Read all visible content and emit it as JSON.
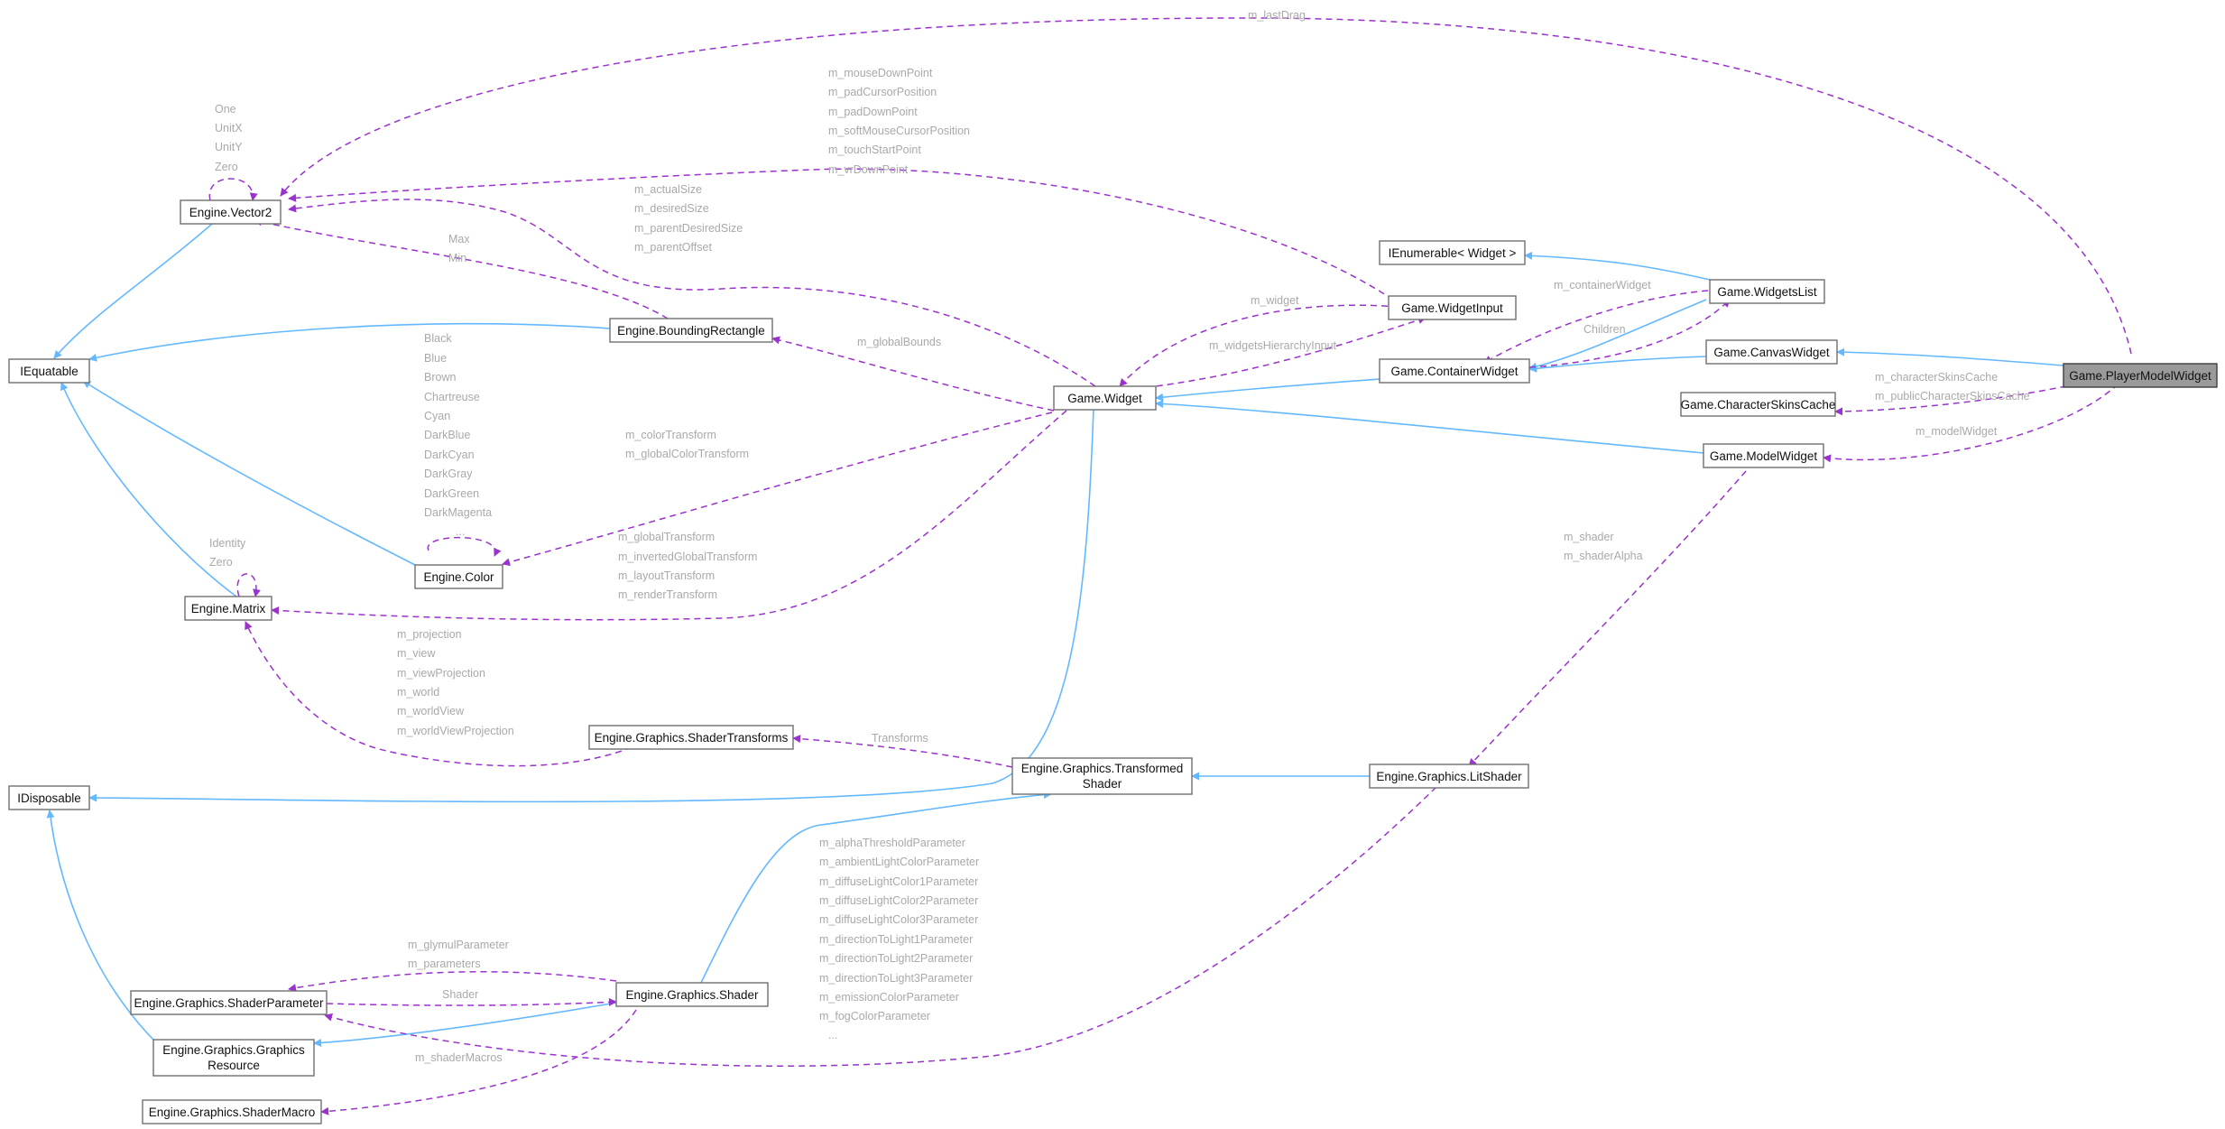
{
  "nodes": {
    "vector2": "Engine.Vector2",
    "iequatable": "IEquatable",
    "bounding_rectangle": "Engine.BoundingRectangle",
    "color": "Engine.Color",
    "matrix": "Engine.Matrix",
    "idisposable": "IDisposable",
    "shader_transforms": "Engine.Graphics.ShaderTransforms",
    "transformed_shader_l1": "Engine.Graphics.Transformed",
    "transformed_shader_l2": "Shader",
    "lit_shader": "Engine.Graphics.LitShader",
    "shader_parameter": "Engine.Graphics.ShaderParameter",
    "shader": "Engine.Graphics.Shader",
    "graphics_resource_l1": "Engine.Graphics.Graphics",
    "graphics_resource_l2": "Resource",
    "shader_macro": "Engine.Graphics.ShaderMacro",
    "widget": "Game.Widget",
    "widget_input": "Game.WidgetInput",
    "container_widget": "Game.ContainerWidget",
    "ienumerable_widget": "IEnumerable< Widget >",
    "widgets_list": "Game.WidgetsList",
    "canvas_widget": "Game.CanvasWidget",
    "character_skins_cache": "Game.CharacterSkinsCache",
    "model_widget": "Game.ModelWidget",
    "player_model_widget": "Game.PlayerModelWidget"
  },
  "labels": {
    "last_drag": "m_lastDrag",
    "vector2_statics": [
      "One",
      "UnitX",
      "UnitY",
      "Zero"
    ],
    "input_points": [
      "m_mouseDownPoint",
      "m_padCursorPosition",
      "m_padDownPoint",
      "m_softMouseCursorPosition",
      "m_touchStartPoint",
      "m_vrDownPoint"
    ],
    "widget_sizes": [
      "m_actualSize",
      "m_desiredSize",
      "m_parentDesiredSize",
      "m_parentOffset"
    ],
    "max_min": [
      "Max",
      "Min"
    ],
    "color_statics": [
      "Black",
      "Blue",
      "Brown",
      "Chartreuse",
      "Cyan",
      "DarkBlue",
      "DarkCyan",
      "DarkGray",
      "DarkGreen",
      "DarkMagenta"
    ],
    "color_dots": "...",
    "matrix_statics": [
      "Identity",
      "Zero"
    ],
    "m_widget": "m_widget",
    "widgets_hierarchy_input": "m_widgetsHierarchyInput",
    "global_bounds": "m_globalBounds",
    "color_transforms": [
      "m_colorTransform",
      "m_globalColorTransform"
    ],
    "widget_transforms": [
      "m_globalTransform",
      "m_invertedGlobalTransform",
      "m_layoutTransform",
      "m_renderTransform"
    ],
    "shader_matrices": [
      "m_projection",
      "m_view",
      "m_viewProjection",
      "m_world",
      "m_worldView",
      "m_worldViewProjection"
    ],
    "transforms": "Transforms",
    "container_widget_ref": "m_containerWidget",
    "children": "Children",
    "skins_cache": [
      "m_characterSkinsCache",
      "m_publicCharacterSkinsCache"
    ],
    "model_widget_ref": "m_modelWidget",
    "shader_refs": [
      "m_shader",
      "m_shaderAlpha"
    ],
    "shader_param_refs": [
      "m_glymulParameter",
      "m_parameters"
    ],
    "shader_ref": "Shader",
    "shader_macros": "m_shaderMacros",
    "lit_params": [
      "m_alphaThresholdParameter",
      "m_ambientLightColorParameter",
      "m_diffuseLightColor1Parameter",
      "m_diffuseLightColor2Parameter",
      "m_diffuseLightColor3Parameter",
      "m_directionToLight1Parameter",
      "m_directionToLight2Parameter",
      "m_directionToLight3Parameter",
      "m_emissionColorParameter",
      "m_fogColorParameter"
    ],
    "lit_dots": "..."
  },
  "colors": {
    "inheritance_edge": "#63b8ff",
    "usage_edge": "#9a32cd",
    "label_text": "#a9a9a9",
    "highlighted_node_fill": "#9a9a9a"
  }
}
